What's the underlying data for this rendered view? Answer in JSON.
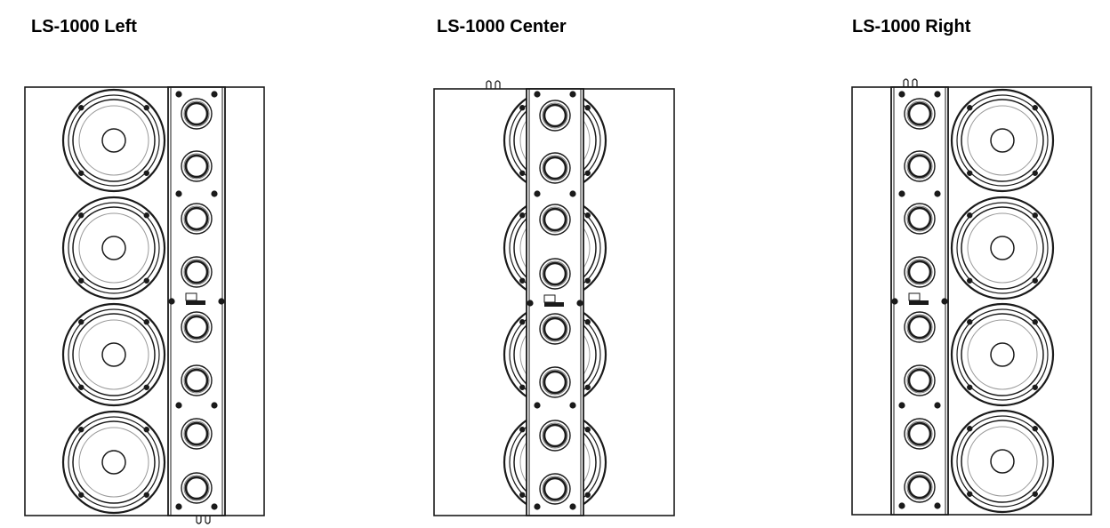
{
  "speakers": [
    {
      "id": "left",
      "title": "LS-1000 Left",
      "layout": "woofers-left"
    },
    {
      "id": "center",
      "title": "LS-1000 Center",
      "layout": "woofers-behind"
    },
    {
      "id": "right",
      "title": "LS-1000 Right",
      "layout": "woofers-right"
    }
  ],
  "components": {
    "woofers_per_speaker": 4,
    "tweeters_per_speaker": 8
  },
  "colors": {
    "line": "#1a1a1a",
    "background": "#ffffff"
  }
}
